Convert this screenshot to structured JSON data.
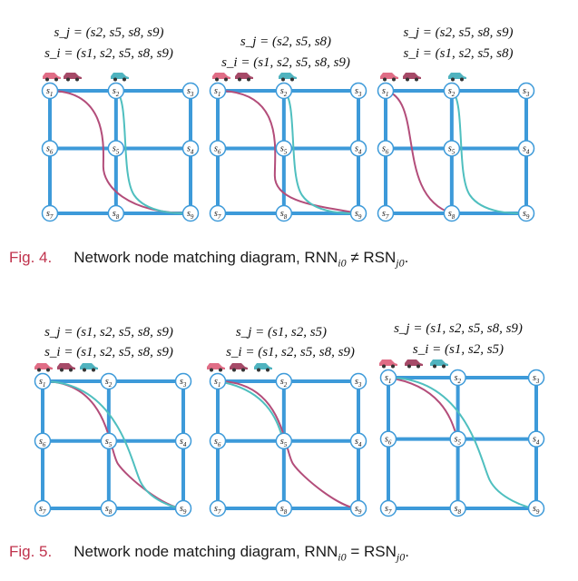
{
  "colors": {
    "grid": "#3d9ad9",
    "node_stroke": "#3d9ad9",
    "path_magenta": "#b34d7a",
    "path_teal": "#4fbfbf",
    "car_pink": "#e06d86",
    "car_maroon": "#a64a68",
    "car_teal": "#4fb3bf",
    "fig_label": "#c0334d"
  },
  "node_labels": [
    "s1",
    "s2",
    "s3",
    "s6",
    "s5",
    "s4",
    "s7",
    "s8",
    "s9"
  ],
  "node_subscripts": [
    "1",
    "2",
    "3",
    "6",
    "5",
    "4",
    "7",
    "8",
    "9"
  ],
  "figure4": {
    "label": "Fig. 4.",
    "caption": "Network node matching diagram, RNN",
    "caption_sub1": "i0",
    "caption_rel": " ≠ RSN",
    "caption_sub2": "j0",
    "caption_end": ".",
    "panels": [
      {
        "sj": "s_j = (s2, s5, s8, s9)",
        "si": "s_i = (s1, s2, s5, s8, s9)"
      },
      {
        "sj": "s_j = (s2, s5, s8)",
        "si": "s_i = (s1, s2, s5, s8, s9)"
      },
      {
        "sj": "s_j = (s2, s5, s8, s9)",
        "si": "s_i = (s1, s2, s5, s8)"
      }
    ]
  },
  "figure5": {
    "label": "Fig. 5.",
    "caption": "Network node matching diagram, RNN",
    "caption_sub1": "i0",
    "caption_rel": " = RSN",
    "caption_sub2": "j0",
    "caption_end": ".",
    "panels": [
      {
        "sj": "s_j = (s1, s2, s5, s8, s9)",
        "si": "s_i = (s1, s2, s5, s8, s9)"
      },
      {
        "sj": "s_j = (s1, s2, s5)",
        "si": "s_i = (s1, s2, s5, s8, s9)"
      },
      {
        "sj": "s_j = (s1, s2, s5, s8, s9)",
        "si": "s_i = (s1, s2, s5)"
      }
    ]
  }
}
